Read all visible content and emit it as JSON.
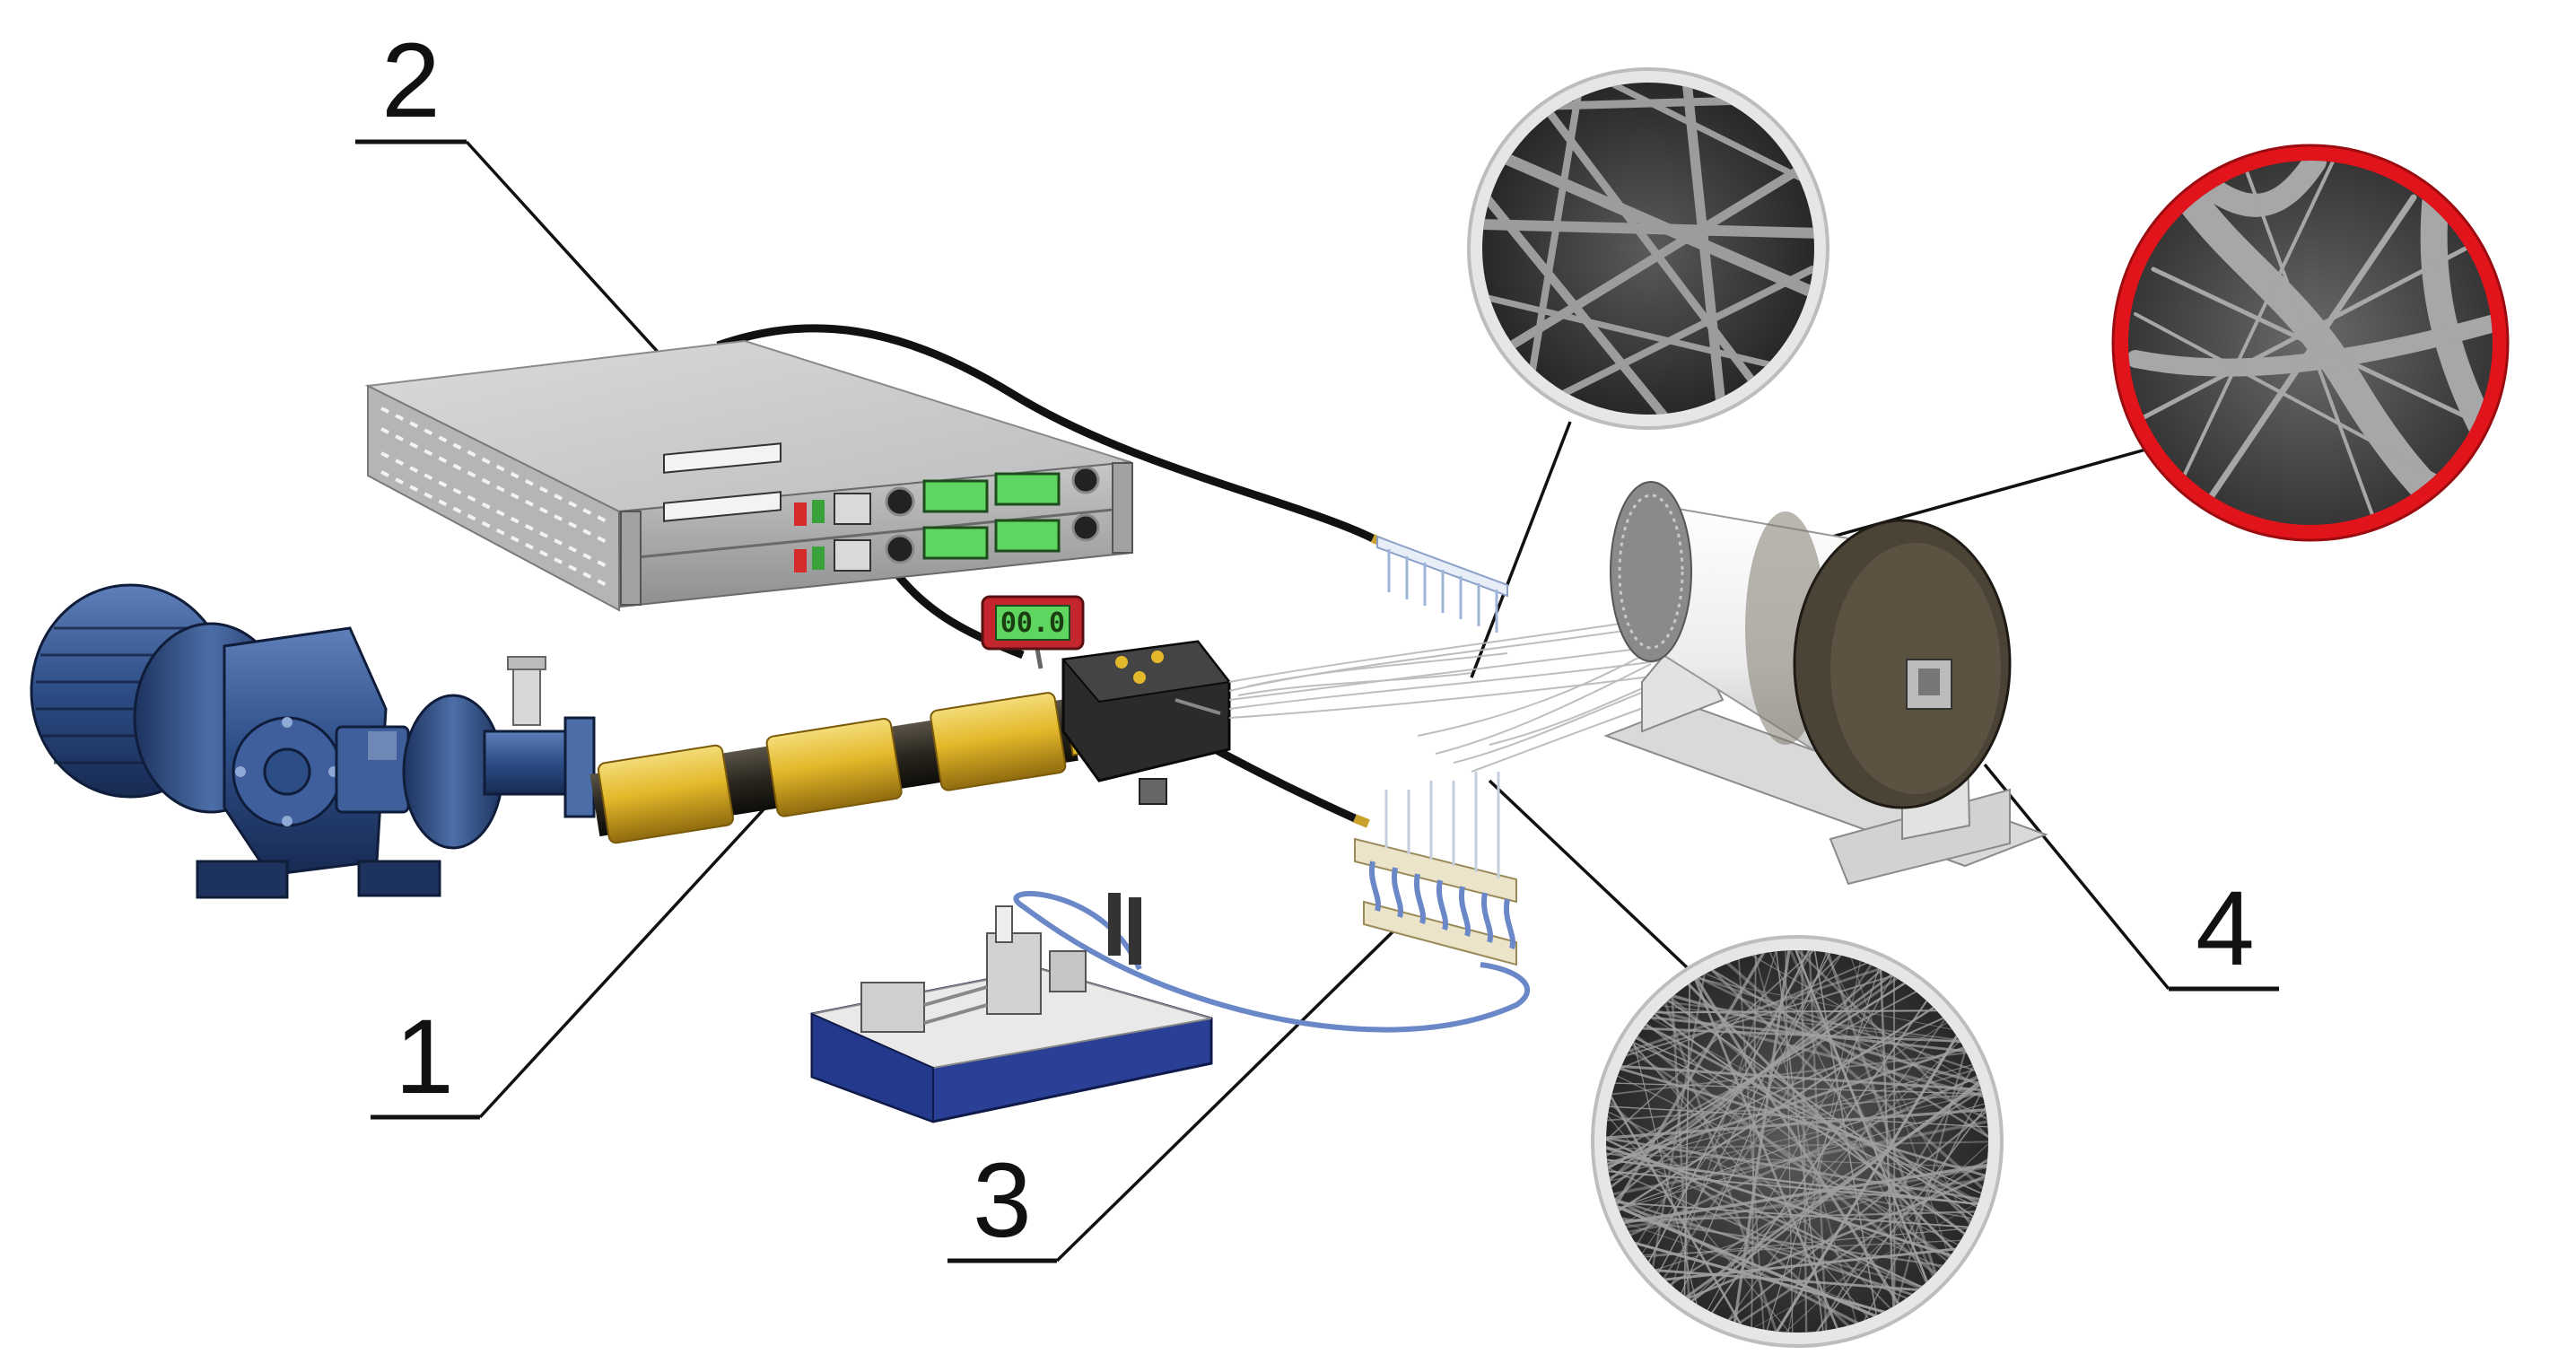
{
  "figure": {
    "background": "#ffffff",
    "callouts": [
      {
        "id": "1",
        "label": "1"
      },
      {
        "id": "2",
        "label": "2"
      },
      {
        "id": "3",
        "label": "3"
      },
      {
        "id": "4",
        "label": "4"
      }
    ],
    "display_readout": "00.0",
    "sem_insets": [
      {
        "id": "sem-top",
        "border_color": "#d8d8d8"
      },
      {
        "id": "sem-bottom",
        "border_color": "#d8d8d8"
      },
      {
        "id": "sem-highlight",
        "border_color": "#e0141a"
      }
    ],
    "colors": {
      "motor_blue": "#2d4d86",
      "barrel_yellow": "#e3b82a",
      "barrel_black": "#2a261e",
      "power_supply_grey": "#c9c9c9",
      "lcd_green": "#5fd65f",
      "pump_base_blue": "#233a8c",
      "collector_drum": "#f4f4f4",
      "collector_end": "#4a4336",
      "tubing_blue": "#6a88c7"
    }
  }
}
